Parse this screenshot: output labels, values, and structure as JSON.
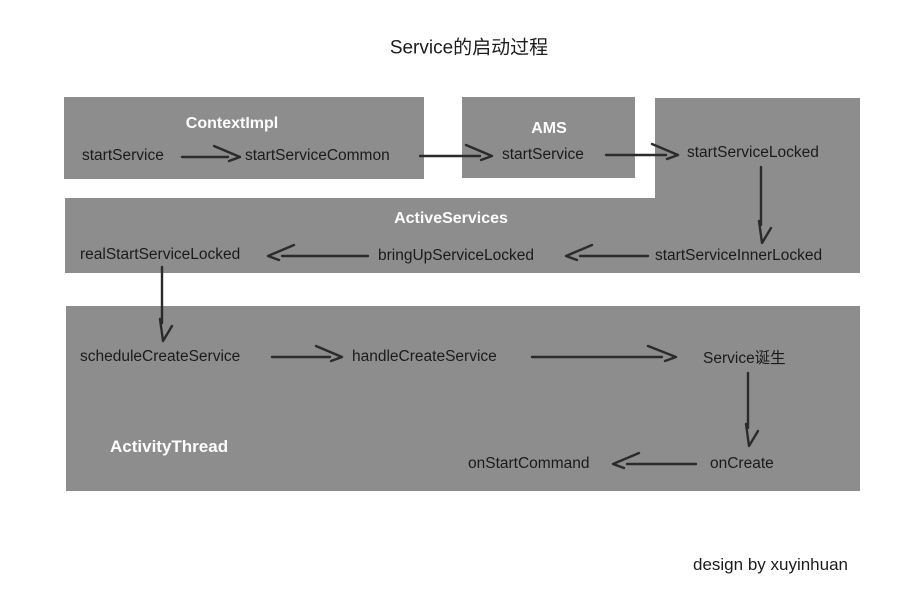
{
  "title": "Service的启动过程",
  "credit": "design by xuyinhuan",
  "colors": {
    "background": "#ffffff",
    "box_fill": "#8d8d8d",
    "header_text": "#fdfdfd",
    "node_text": "#1b1b1b",
    "arrow": "#2b2b2b"
  },
  "boxes": {
    "context_impl": {
      "header": "ContextImpl"
    },
    "ams": {
      "header": "AMS"
    },
    "active_services": {
      "header": "ActiveServices"
    },
    "activity_thread": {
      "header": "ActivityThread"
    }
  },
  "nodes": {
    "start_service_context": "startService",
    "start_service_common": "startServiceCommon",
    "start_service_ams": "startService",
    "start_service_locked": "startServiceLocked",
    "start_service_inner_locked": "startServiceInnerLocked",
    "bring_up_service_locked": "bringUpServiceLocked",
    "real_start_service_locked": "realStartServiceLocked",
    "schedule_create_service": "scheduleCreateService",
    "handle_create_service": "handleCreateService",
    "service_birth": "Service诞生",
    "on_create": "onCreate",
    "on_start_command": "onStartCommand"
  },
  "edges": [
    {
      "from": "startService (ContextImpl)",
      "to": "startServiceCommon"
    },
    {
      "from": "startServiceCommon",
      "to": "startService (AMS)"
    },
    {
      "from": "startService (AMS)",
      "to": "startServiceLocked"
    },
    {
      "from": "startServiceLocked",
      "to": "startServiceInnerLocked"
    },
    {
      "from": "startServiceInnerLocked",
      "to": "bringUpServiceLocked"
    },
    {
      "from": "bringUpServiceLocked",
      "to": "realStartServiceLocked"
    },
    {
      "from": "realStartServiceLocked",
      "to": "scheduleCreateService"
    },
    {
      "from": "scheduleCreateService",
      "to": "handleCreateService"
    },
    {
      "from": "handleCreateService",
      "to": "Service诞生"
    },
    {
      "from": "Service诞生",
      "to": "onCreate"
    },
    {
      "from": "onCreate",
      "to": "onStartCommand"
    }
  ]
}
